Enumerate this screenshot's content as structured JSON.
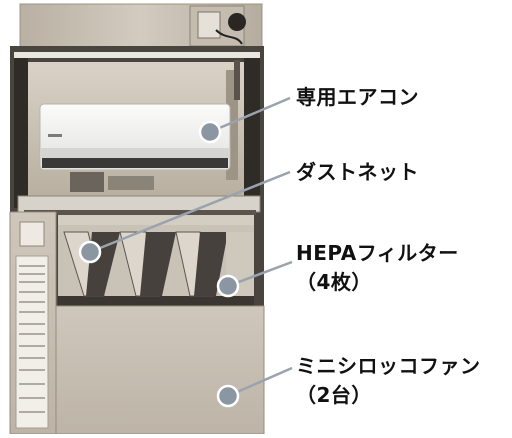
{
  "callouts": {
    "aircon": {
      "label": "専用エアコン"
    },
    "dust_net": {
      "label": "ダストネット"
    },
    "hepa": {
      "label": "HEPAフィルター",
      "sub": "（4枚）"
    },
    "fan": {
      "label": "ミニシロッコファン",
      "sub": "（2台）"
    }
  },
  "colors": {
    "cabinet_frame": "#c8bfb2",
    "cabinet_dark": "#3a3530",
    "aircon_body": "#f2f2f0",
    "label_text": "#111111",
    "leader_line": "#9aa3ad",
    "marker_fill": "#8a96a2"
  }
}
